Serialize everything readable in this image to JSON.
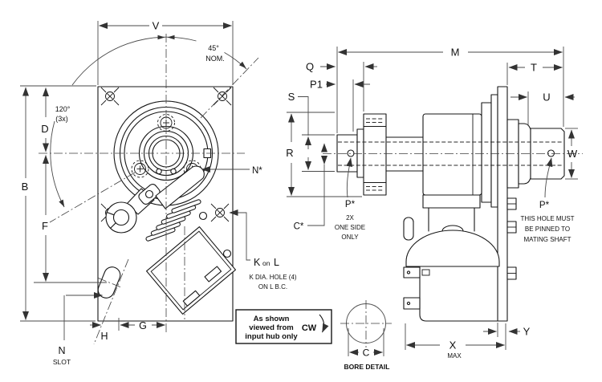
{
  "front_view": {
    "dim_v": "V",
    "dim_b": "B",
    "dim_d": "D",
    "dim_f": "F",
    "dim_g": "G",
    "dim_h": "H",
    "angle_45": "45°",
    "angle_45_sub": "NOM.",
    "angle_120": "120°",
    "angle_120_sub": "(3x)",
    "n_star": "N*",
    "k_callout_k": "K",
    "k_callout_on": "on",
    "k_callout_l": "L",
    "k_note_1": "K DIA. HOLE (4)",
    "k_note_2": "ON L B.C.",
    "n_label": "N",
    "n_sub": "SLOT"
  },
  "side_view": {
    "dim_m": "M",
    "dim_q": "Q",
    "dim_p1": "P1",
    "dim_s": "S",
    "dim_r": "R",
    "dim_t": "T",
    "dim_u": "U",
    "dim_w": "W",
    "dim_x": "X",
    "dim_x_sub": "MAX",
    "dim_y": "Y",
    "c_star": "C*",
    "p_star_input": "P*",
    "p_star_input_note_1": "2X",
    "p_star_input_note_2": "ONE SIDE",
    "p_star_input_note_3": "ONLY",
    "p_star_output": "P*",
    "p_star_output_note_1": "THIS HOLE MUST",
    "p_star_output_note_2": "BE PINNED TO",
    "p_star_output_note_3": "MATING SHAFT"
  },
  "view_note": {
    "line_1": "As shown",
    "line_2": "viewed from",
    "line_3": "input hub only",
    "rotation": "CW"
  },
  "bore_detail": {
    "dim_c": "C",
    "caption": "BORE DETAIL"
  }
}
